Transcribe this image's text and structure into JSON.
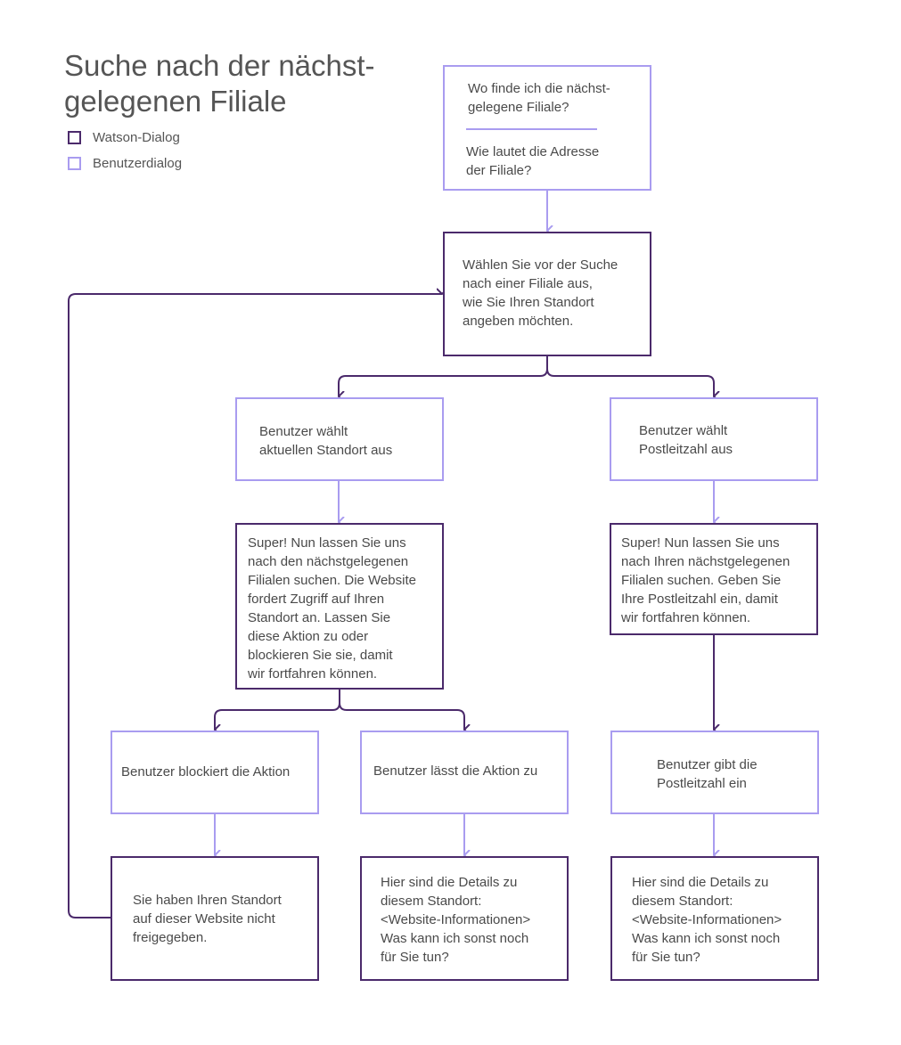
{
  "diagram": {
    "title_line1": "Suche nach der nächst-",
    "title_line2": "gelegenen Filiale",
    "legend": {
      "watson": "Watson-Dialog",
      "user": "Benutzerdialog"
    },
    "colors": {
      "watson": "#4b2a6b",
      "user": "#a99cf0"
    },
    "nodes": {
      "start_q1": "Wo finde ich die nächst-\ngelegene Filiale?",
      "start_q2": "Wie lautet die Adresse\nder Filiale?",
      "choose_location": "Wählen Sie vor der Suche\nnach einer Filiale aus,\nwie Sie Ihren Standort\nangeben möchten.",
      "user_current_location": "Benutzer wählt\naktuellen Standort aus",
      "user_postal_code": "Benutzer wählt\nPostleitzahl aus",
      "watson_location_access": "Super! Nun lassen Sie uns\nnach den nächstgelegenen\nFilialen suchen. Die Website\nfordert Zugriff auf Ihren\nStandort an. Lassen Sie\ndiese Aktion zu oder\nblockieren Sie sie, damit\nwir fortfahren können.",
      "watson_enter_postal": "Super! Nun lassen Sie uns\nnach Ihren nächstgelegenen\nFilialen suchen. Geben Sie\nIhre Postleitzahl ein, damit\nwir fortfahren können.",
      "user_blocks": "Benutzer blockiert die Aktion",
      "user_allows": "Benutzer lässt die Aktion zu",
      "user_enters_postal": "Benutzer gibt die\nPostleitzahl ein",
      "watson_not_shared": "Sie haben Ihren Standort\nauf dieser Website nicht\nfreigegeben.",
      "watson_details_1": "Hier sind die Details zu\ndiesem Standort:\n<Website-Informationen>\nWas kann ich sonst noch\nfür Sie tun?",
      "watson_details_2": "Hier sind die Details zu\ndiesem Standort:\n<Website-Informationen>\nWas kann ich sonst noch\nfür Sie tun?"
    }
  }
}
